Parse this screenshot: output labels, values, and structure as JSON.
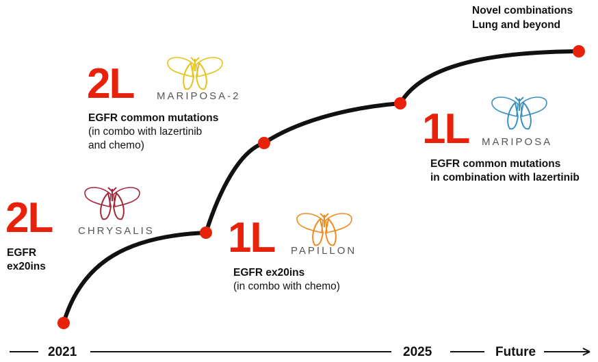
{
  "timeline": {
    "labels": [
      "2021",
      "2025",
      "Future"
    ]
  },
  "milestones": [
    {
      "line": "2L",
      "trial": "CHRYSALIS",
      "lines": [
        "EGFR",
        "ex20ins"
      ],
      "bold_lines": 2,
      "logo_color": "#a0283a"
    },
    {
      "line": "2L",
      "trial": "MARIPOSA-2",
      "lines": [
        "EGFR common mutations",
        "(in combo with lazertinib",
        "and chemo)"
      ],
      "bold_lines": 1,
      "logo_color": "#e6c21a"
    },
    {
      "line": "1L",
      "trial": "PAPILLON",
      "lines": [
        "EGFR ex20ins",
        "(in combo with chemo)"
      ],
      "bold_lines": 1,
      "logo_color": "#f08a1e"
    },
    {
      "line": "1L",
      "trial": "MARIPOSA",
      "lines": [
        "EGFR common mutations",
        "in combination with lazertinib"
      ],
      "bold_lines": 2,
      "logo_color": "#3a8fc1"
    }
  ],
  "future": {
    "lines": [
      "Novel combinations",
      "Lung and beyond"
    ]
  },
  "colors": {
    "accent": "#e8210b",
    "curve": "#111111"
  }
}
